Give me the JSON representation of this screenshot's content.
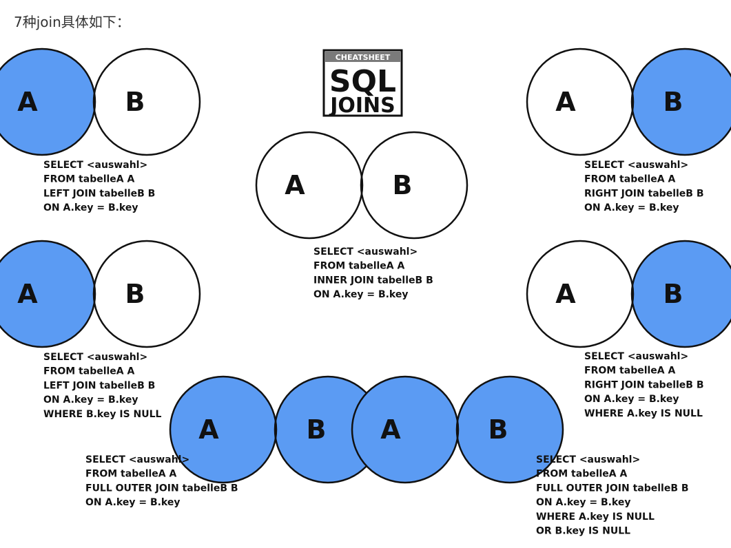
{
  "heading": "7种join具体如下：",
  "badge": {
    "top_text": "CHEATSHEET",
    "main_text": "SQL",
    "bottom_text": "JOINS"
  },
  "colors": {
    "fill": "#5b9bf3",
    "stroke": "#111111",
    "badge_band": "#7a7a7a"
  },
  "joins": [
    {
      "id": "left-join",
      "fill_region": "A",
      "label_a": "A",
      "label_b": "B",
      "sql": [
        "SELECT <auswahl>",
        "FROM tabelleA A",
        "LEFT JOIN tabelleB B",
        "ON A.key = B.key"
      ]
    },
    {
      "id": "right-join",
      "fill_region": "B",
      "label_a": "A",
      "label_b": "B",
      "sql": [
        "SELECT <auswahl>",
        "FROM tabelleA A",
        "RIGHT JOIN tabelleB B",
        "ON A.key = B.key"
      ]
    },
    {
      "id": "inner-join",
      "fill_region": "intersection",
      "label_a": "A",
      "label_b": "B",
      "sql": [
        "SELECT <auswahl>",
        "FROM tabelleA A",
        "INNER JOIN tabelleB B",
        "ON A.key = B.key"
      ]
    },
    {
      "id": "left-excluding-join",
      "fill_region": "A-only",
      "label_a": "A",
      "label_b": "B",
      "sql": [
        "SELECT <auswahl>",
        "FROM tabelleA A",
        "LEFT JOIN tabelleB B",
        "ON A.key = B.key",
        "WHERE B.key IS NULL"
      ]
    },
    {
      "id": "right-excluding-join",
      "fill_region": "B-only",
      "label_a": "A",
      "label_b": "B",
      "sql": [
        "SELECT <auswahl>",
        "FROM tabelleA A",
        "RIGHT JOIN tabelleB B",
        "ON A.key = B.key",
        "WHERE A.key IS NULL"
      ]
    },
    {
      "id": "full-outer-join",
      "fill_region": "both",
      "label_a": "A",
      "label_b": "B",
      "sql": [
        "SELECT <auswahl>",
        "FROM tabelleA A",
        "FULL OUTER JOIN tabelleB B",
        "ON A.key = B.key"
      ]
    },
    {
      "id": "full-outer-excluding-join",
      "fill_region": "xor",
      "label_a": "A",
      "label_b": "B",
      "sql": [
        "SELECT <auswahl>",
        "FROM tabelleA A",
        "FULL OUTER JOIN tabelleB B",
        "ON A.key = B.key",
        "WHERE A.key IS NULL",
        "OR B.key IS NULL"
      ]
    }
  ]
}
